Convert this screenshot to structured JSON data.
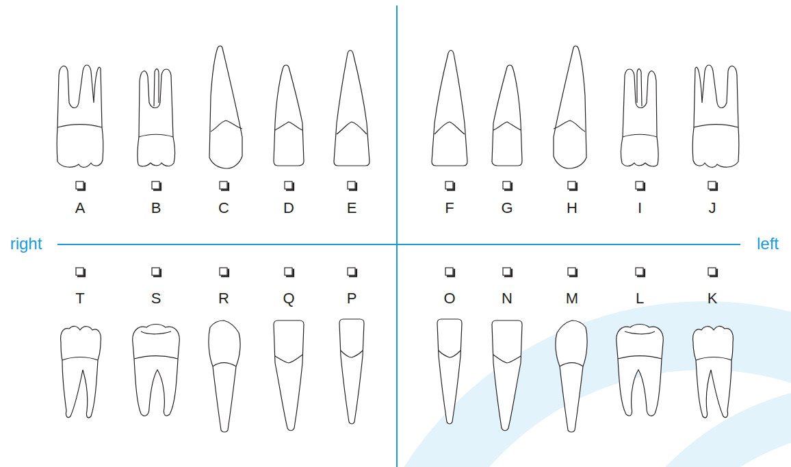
{
  "diagram": {
    "labels": [
      "A",
      "B",
      "C",
      "D",
      "E",
      "F",
      "G",
      "H",
      "I",
      "J",
      "right",
      "left",
      "T",
      "S",
      "R",
      "Q",
      "P",
      "O",
      "N",
      "M",
      "L",
      "K"
    ]
  }
}
